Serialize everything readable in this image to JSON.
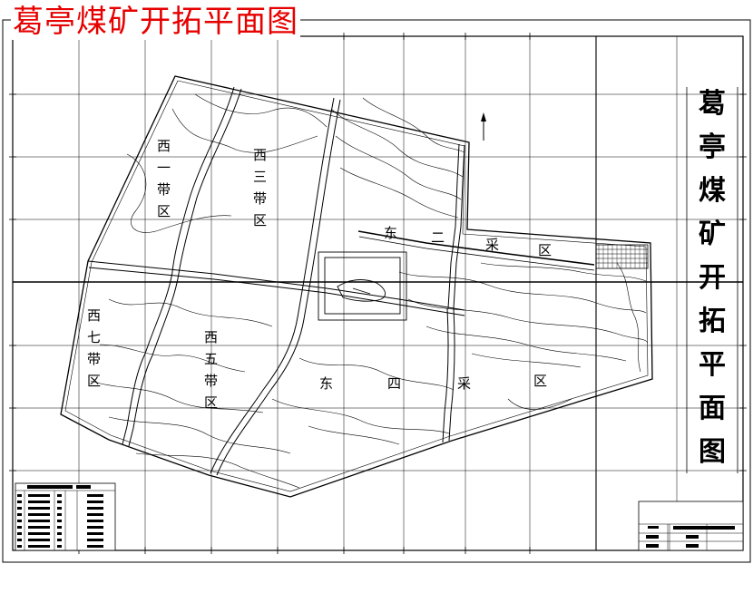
{
  "page_title": "葛亭煤矿开拓平面图",
  "side_title": [
    "葛",
    "亭",
    "煤",
    "矿",
    "开",
    "拓",
    "平",
    "面",
    "图"
  ],
  "zones": {
    "west_one": [
      "西",
      "一",
      "带",
      "区"
    ],
    "west_three": [
      "西",
      "三",
      "带",
      "区"
    ],
    "west_five": [
      "西",
      "五",
      "带",
      "区"
    ],
    "west_seven": [
      "西",
      "七",
      "带",
      "区"
    ],
    "east_two": [
      "东",
      "二",
      "采",
      "区"
    ],
    "east_four": [
      "东",
      "四",
      "采",
      "区"
    ]
  },
  "colors": {
    "title_red": "#e60000",
    "line": "#000000",
    "background": "#ffffff"
  }
}
